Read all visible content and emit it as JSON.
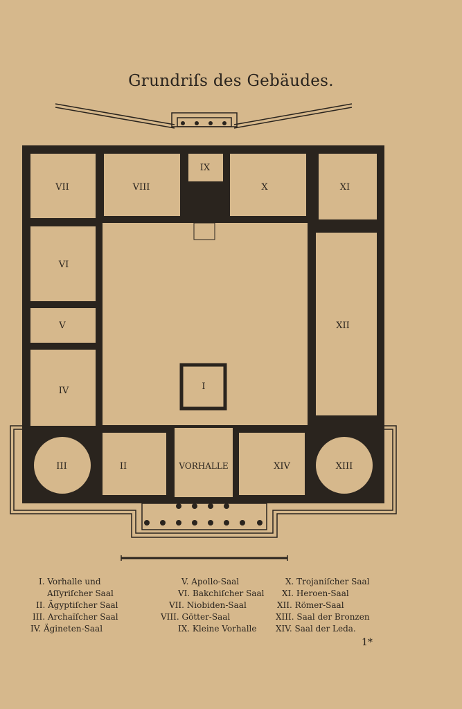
{
  "title": "Grundriſs des Gebäudes.",
  "rooms": {
    "I": "I",
    "II": "II",
    "III": "III",
    "IV": "IV",
    "V": "V",
    "VI": "VI",
    "VII": "VII",
    "VIII": "VIII",
    "IX": "IX",
    "X": "X",
    "XI": "XI",
    "XII": "XII",
    "XIII": "XIII",
    "XIV": "XIV",
    "vorhalle": "VORHALLE"
  },
  "legend": {
    "col1": [
      "I. Vorhalle und",
      "Aſſyriſcher Saal",
      "II. Ägyptiſcher Saal",
      "III. Archaïſcher Saal",
      "IV. Ägineten-Saal"
    ],
    "col2": [
      "V. Apollo-Saal",
      "VI. Bakchiſcher Saal",
      "VII. Niobiden-Saal",
      "VIII. Götter-Saal",
      "IX. Kleine Vorhalle"
    ],
    "col3": [
      "X. Trojaniſcher Saal",
      "XI. Heroen-Saal",
      "XII. Römer-Saal",
      "XIII. Saal der Bronzen",
      "XIV. Saal der Leda."
    ]
  },
  "page_number": "1*"
}
